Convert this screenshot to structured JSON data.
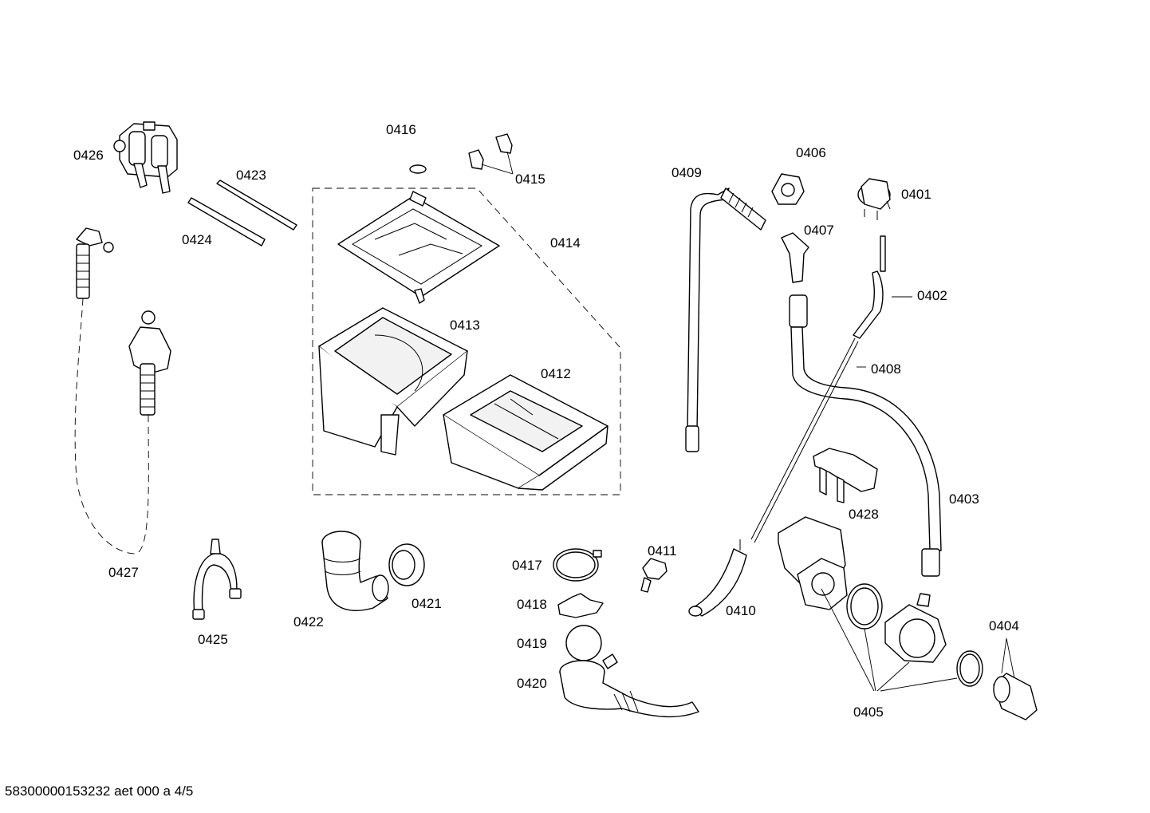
{
  "diagram": {
    "labels": {
      "p0401": "0401",
      "p0402": "0402",
      "p0403": "0403",
      "p0404": "0404",
      "p0405": "0405",
      "p0406": "0406",
      "p0407": "0407",
      "p0408": "0408",
      "p0409": "0409",
      "p0410": "0410",
      "p0411": "0411",
      "p0412": "0412",
      "p0413": "0413",
      "p0414": "0414",
      "p0415": "0415",
      "p0416": "0416",
      "p0417": "0417",
      "p0418": "0418",
      "p0419": "0419",
      "p0420": "0420",
      "p0421": "0421",
      "p0422": "0422",
      "p0423": "0423",
      "p0424": "0424",
      "p0425": "0425",
      "p0426": "0426",
      "p0427": "0427",
      "p0428": "0428"
    },
    "footer": "58300000153232 aet 000 a 4/5"
  }
}
